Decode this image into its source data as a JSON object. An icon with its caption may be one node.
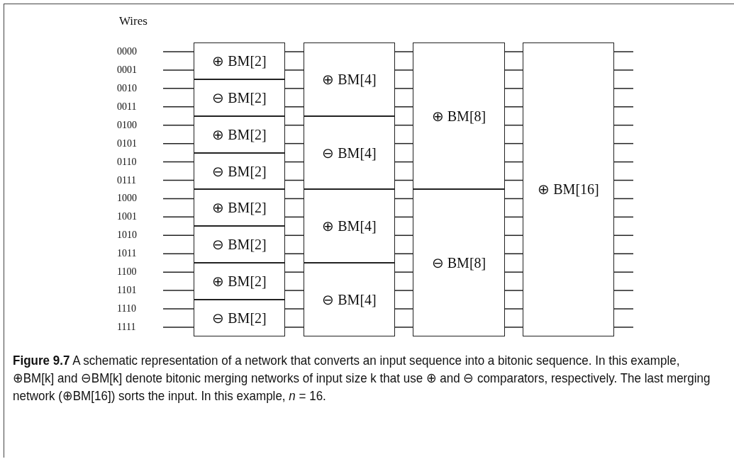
{
  "diagram": {
    "caption": "**Figure 9.7**    A schematic representation of a network that converts an input sequence into a bitonic sequence.  In this example, ⊕BM[k] and ⊖BM[k] denote bitonic merging networks of input size k that use ⊕ and ⊖ comparators, respectively. The last merging network (⊕BM[16]) sorts the input. In this example, *n* = 16.",
    "nodes": [
      {
        "text": [
          "0000"
        ]
      },
      {
        "text": [
          "0001"
        ]
      },
      {
        "text": [
          "0010"
        ]
      },
      {
        "text": [
          "0011"
        ]
      },
      {
        "text": [
          "0100"
        ]
      },
      {
        "text": [
          "0101"
        ]
      },
      {
        "text": [
          "0110"
        ]
      },
      {
        "text": [
          "0111"
        ]
      },
      {
        "text": [
          "1000"
        ]
      },
      {
        "text": [
          "1001"
        ]
      },
      {
        "text": [
          "1010"
        ]
      },
      {
        "text": [
          "1011"
        ]
      },
      {
        "text": [
          "1100"
        ]
      },
      {
        "text": [
          "1101"
        ]
      },
      {
        "text": [
          "1110"
        ]
      },
      {
        "text": [
          "1111"
        ]
      },
      {
        "text": [
          "⊕ BM[2]"
        ]
      },
      {
        "text": [
          "⊖ BM[2]"
        ]
      },
      {
        "text": [
          "⊕ BM[2]"
        ]
      },
      {
        "text": [
          "⊖ BM[2]"
        ]
      },
      {
        "text": [
          "⊕ BM[2]"
        ]
      },
      {
        "text": [
          "⊖ BM[2]"
        ]
      },
      {
        "text": [
          "⊕ BM[2]"
        ]
      },
      {
        "text": [
          "⊖ BM[2]"
        ]
      },
      {
        "text": [
          "⊕ BM[4]"
        ]
      },
      {
        "text": [
          "⊖ BM[4]"
        ]
      },
      {
        "text": [
          "⊕ BM[4]"
        ]
      },
      {
        "text": [
          "⊖ BM[4]"
        ]
      },
      {
        "text": [
          "⊕ BM[8]"
        ]
      },
      {
        "text": [
          "⊖ BM[8]"
        ]
      },
      {
        "text": [
          "⊕ BM[16]"
        ]
      }
    ],
    "edges": [
      {
        "from": 0,
        "to": 16,
        "arrow": "none"
      },
      {
        "from": 1,
        "to": 16,
        "arrow": "none"
      },
      {
        "from": 2,
        "to": 17,
        "arrow": "none"
      },
      {
        "from": 3,
        "to": 17,
        "arrow": "none"
      },
      {
        "from": 4,
        "to": 18,
        "arrow": "none"
      },
      {
        "from": 5,
        "to": 18,
        "arrow": "none"
      },
      {
        "from": 6,
        "to": 19,
        "arrow": "none"
      },
      {
        "from": 7,
        "to": 19,
        "arrow": "none"
      },
      {
        "from": 8,
        "to": 20,
        "arrow": "none"
      },
      {
        "from": 9,
        "to": 20,
        "arrow": "none"
      },
      {
        "from": 10,
        "to": 21,
        "arrow": "none"
      },
      {
        "from": 11,
        "to": 21,
        "arrow": "none"
      },
      {
        "from": 12,
        "to": 22,
        "arrow": "none"
      },
      {
        "from": 13,
        "to": 22,
        "arrow": "none"
      },
      {
        "from": 14,
        "to": 23,
        "arrow": "none"
      },
      {
        "from": 15,
        "to": 23,
        "arrow": "none"
      },
      {
        "from": 16,
        "to": 24,
        "arrow": "none"
      },
      {
        "from": 16,
        "to": 24,
        "arrow": "none"
      },
      {
        "from": 17,
        "to": 24,
        "arrow": "none"
      },
      {
        "from": 17,
        "to": 24,
        "arrow": "none"
      },
      {
        "from": 18,
        "to": 25,
        "arrow": "none"
      },
      {
        "from": 18,
        "to": 25,
        "arrow": "none"
      },
      {
        "from": 19,
        "to": 25,
        "arrow": "none"
      },
      {
        "from": 19,
        "to": 25,
        "arrow": "none"
      },
      {
        "from": 20,
        "to": 26,
        "arrow": "none"
      },
      {
        "from": 20,
        "to": 26,
        "arrow": "none"
      },
      {
        "from": 21,
        "to": 26,
        "arrow": "none"
      },
      {
        "from": 21,
        "to": 26,
        "arrow": "none"
      },
      {
        "from": 22,
        "to": 27,
        "arrow": "none"
      },
      {
        "from": 22,
        "to": 27,
        "arrow": "none"
      },
      {
        "from": 23,
        "to": 27,
        "arrow": "none"
      },
      {
        "from": 23,
        "to": 27,
        "arrow": "none"
      },
      {
        "from": 24,
        "to": 28,
        "arrow": "none"
      },
      {
        "from": 24,
        "to": 28,
        "arrow": "none"
      },
      {
        "from": 24,
        "to": 28,
        "arrow": "none"
      },
      {
        "from": 24,
        "to": 28,
        "arrow": "none"
      },
      {
        "from": 25,
        "to": 28,
        "arrow": "none"
      },
      {
        "from": 25,
        "to": 28,
        "arrow": "none"
      },
      {
        "from": 25,
        "to": 28,
        "arrow": "none"
      },
      {
        "from": 25,
        "to": 28,
        "arrow": "none"
      },
      {
        "from": 26,
        "to": 29,
        "arrow": "none"
      },
      {
        "from": 26,
        "to": 29,
        "arrow": "none"
      },
      {
        "from": 26,
        "to": 29,
        "arrow": "none"
      },
      {
        "from": 26,
        "to": 29,
        "arrow": "none"
      },
      {
        "from": 27,
        "to": 29,
        "arrow": "none"
      },
      {
        "from": 27,
        "to": 29,
        "arrow": "none"
      },
      {
        "from": 27,
        "to": 29,
        "arrow": "none"
      },
      {
        "from": 27,
        "to": 29,
        "arrow": "none"
      },
      {
        "from": 28,
        "to": 30,
        "arrow": "none"
      },
      {
        "from": 28,
        "to": 30,
        "arrow": "none"
      },
      {
        "from": 28,
        "to": 30,
        "arrow": "none"
      },
      {
        "from": 28,
        "to": 30,
        "arrow": "none"
      },
      {
        "from": 28,
        "to": 30,
        "arrow": "none"
      },
      {
        "from": 28,
        "to": 30,
        "arrow": "none"
      },
      {
        "from": 28,
        "to": 30,
        "arrow": "none"
      },
      {
        "from": 28,
        "to": 30,
        "arrow": "none"
      },
      {
        "from": 29,
        "to": 30,
        "arrow": "none"
      },
      {
        "from": 29,
        "to": 30,
        "arrow": "none"
      },
      {
        "from": 29,
        "to": 30,
        "arrow": "none"
      },
      {
        "from": 29,
        "to": 30,
        "arrow": "none"
      },
      {
        "from": 29,
        "to": 30,
        "arrow": "none"
      },
      {
        "from": 29,
        "to": 30,
        "arrow": "none"
      },
      {
        "from": 29,
        "to": 30,
        "arrow": "none"
      },
      {
        "from": 29,
        "to": 30,
        "arrow": "none"
      },
      {
        "from": 30,
        "to": null,
        "arrow": "none"
      },
      {
        "from": 30,
        "to": null,
        "arrow": "none"
      },
      {
        "from": 30,
        "to": null,
        "arrow": "none"
      },
      {
        "from": 30,
        "to": null,
        "arrow": "none"
      },
      {
        "from": 30,
        "to": null,
        "arrow": "none"
      },
      {
        "from": 30,
        "to": null,
        "arrow": "none"
      },
      {
        "from": 30,
        "to": null,
        "arrow": "none"
      },
      {
        "from": 30,
        "to": null,
        "arrow": "none"
      },
      {
        "from": 30,
        "to": null,
        "arrow": "none"
      },
      {
        "from": 30,
        "to": null,
        "arrow": "none"
      },
      {
        "from": 30,
        "to": null,
        "arrow": "none"
      },
      {
        "from": 30,
        "to": null,
        "arrow": "none"
      },
      {
        "from": 30,
        "to": null,
        "arrow": "none"
      },
      {
        "from": 30,
        "to": null,
        "arrow": "none"
      },
      {
        "from": 30,
        "to": null,
        "arrow": "none"
      },
      {
        "from": 30,
        "to": null,
        "arrow": "none"
      }
    ],
    "labels": [
      "Wires"
    ]
  }
}
